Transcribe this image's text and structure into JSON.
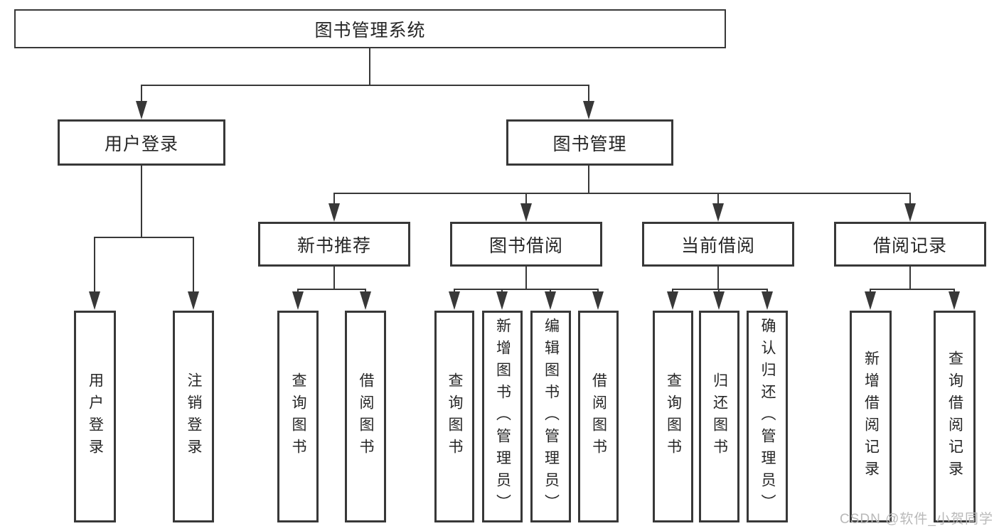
{
  "diagram": {
    "root": {
      "label": "图书管理系统"
    },
    "branches": [
      {
        "label": "用户登录",
        "children": [
          {
            "label": "用户登录"
          },
          {
            "label": "注销登录"
          }
        ]
      },
      {
        "label": "图书管理",
        "sections": [
          {
            "label": "新书推荐",
            "children": [
              {
                "label": "查询图书"
              },
              {
                "label": "借阅图书"
              }
            ]
          },
          {
            "label": "图书借阅",
            "children": [
              {
                "label": "查询图书"
              },
              {
                "label": "新增图书（管理员）"
              },
              {
                "label": "编辑图书（管理员）"
              },
              {
                "label": "借阅图书"
              }
            ]
          },
          {
            "label": "当前借阅",
            "children": [
              {
                "label": "查询图书"
              },
              {
                "label": "归还图书"
              },
              {
                "label": "确认归还（管理员）"
              }
            ]
          },
          {
            "label": "借阅记录",
            "children": [
              {
                "label": "新增借阅记录"
              },
              {
                "label": "查询借阅记录"
              }
            ]
          }
        ]
      }
    ],
    "watermark": "CSDN @软件_小贺同学",
    "colors": {
      "line": "#383838",
      "border": "#383838",
      "text": "#262626",
      "background": "#ffffff",
      "watermark": "#b9b9b9"
    }
  }
}
